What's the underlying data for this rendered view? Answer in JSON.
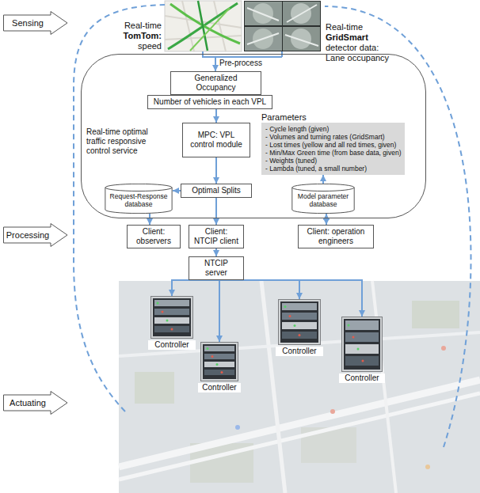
{
  "diagram": {
    "nodes": [
      {
        "text": [
          "Sensing"
        ]
      },
      {
        "text": [
          "Processing"
        ]
      },
      {
        "text": [
          "Actuating"
        ]
      },
      {
        "text": [
          "Real-time optimal traffic responsive control service"
        ]
      },
      {
        "text": [
          "Generalized Occupancy"
        ],
        "in": 3
      },
      {
        "text": [
          "Number of vehicles in each VPL"
        ],
        "in": 3
      },
      {
        "text": [
          "MPC: VPL control module"
        ],
        "in": 3
      },
      {
        "text": [
          "Parameters",
          "- Cycle length (given)",
          "- Volumes and turning rates (GridSmart)",
          "- Lost times (yellow and all red times, given)",
          "- Min/Max Green time (from base data, given)",
          "- Weights (tuned)",
          "- Lambda (tuned, a small number)"
        ],
        "in": 3
      },
      {
        "text": [
          "Optimal Splits"
        ],
        "in": 3
      },
      {
        "text": [
          "Request-Response database"
        ],
        "in": 3
      },
      {
        "text": [
          "Model parameter database"
        ],
        "in": 3
      },
      {
        "text": [
          "Client: observers"
        ]
      },
      {
        "text": [
          "Client: NTCIP client"
        ]
      },
      {
        "text": [
          "Client: operation engineers"
        ]
      },
      {
        "text": [
          "NTCIP server"
        ]
      },
      {
        "text": [
          "Controller"
        ]
      },
      {
        "text": [
          "Controller"
        ]
      },
      {
        "text": [
          "Controller"
        ]
      },
      {
        "text": [
          "Controller"
        ]
      }
    ],
    "edges": [
      {
        "from": 4,
        "to": 5,
        "arrow": "to"
      },
      {
        "from": 5,
        "to": 6,
        "arrow": "to"
      },
      {
        "from": 6,
        "to": 8,
        "arrow": "to"
      },
      {
        "from": 8,
        "to": 9,
        "arrow": "to"
      },
      {
        "from": 9,
        "to": 11,
        "arrow": "to"
      },
      {
        "from": 8,
        "to": 12,
        "arrow": "to"
      },
      {
        "from": 10,
        "to": 13,
        "arrow": "both"
      },
      {
        "from": 10,
        "to": 7,
        "arrow": "to"
      },
      {
        "from": 12,
        "to": 14,
        "arrow": "to"
      },
      {
        "from": 14,
        "to": 15,
        "arrow": "to"
      },
      {
        "from": 14,
        "to": 16,
        "arrow": "to"
      },
      {
        "from": 14,
        "to": 17,
        "arrow": "to"
      },
      {
        "from": 14,
        "to": 18,
        "arrow": "to"
      }
    ],
    "labels": [
      "Real-time",
      "TomTom:",
      "speed",
      "Real-time",
      "GridSmart",
      "detector data:",
      "Lane occupancy",
      "Pre-process"
    ]
  }
}
